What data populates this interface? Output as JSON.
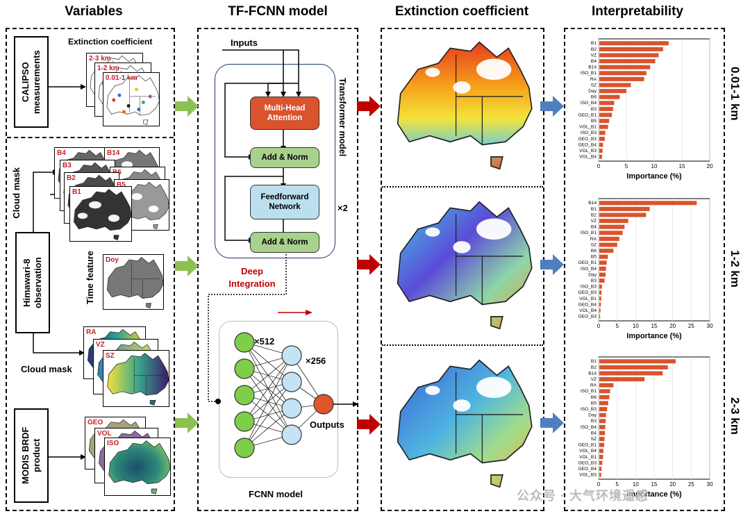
{
  "headers": {
    "variables": "Variables",
    "model": "TF-FCNN model",
    "extinction": "Extinction coefficient",
    "interpretability": "Interpretability"
  },
  "variables": {
    "calipso_label": "CALIPSO measurements",
    "extinction_label": "Extinction coefficient",
    "calipso_layers": [
      "2-3 km",
      "1-2 km",
      "0.01-1 km"
    ],
    "cloud_mask_side": "Cloud mask",
    "himawari_label": "Himawari-8 observation",
    "bands": [
      "B4",
      "B14",
      "B3",
      "B6",
      "B2",
      "B5",
      "B1"
    ],
    "time_feature": "Time feature",
    "doy": "Doy",
    "cloud_mask_bottom": "Cloud mask",
    "angles": [
      "RA",
      "VZ",
      "SZ"
    ],
    "modis_label": "MODIS BRDF product",
    "brdf": [
      "GEO",
      "VOL",
      "ISO"
    ]
  },
  "model": {
    "inputs": "Inputs",
    "mha": "Multi-Head Attention",
    "add_norm_1": "Add & Norm",
    "ffn": "Feedforward Network",
    "add_norm_2": "Add & Norm",
    "transformer_label": "Transformer model",
    "times2": "×2",
    "deep_integration": "Deep Integration",
    "x512": "×512",
    "x256": "×256",
    "outputs": "Outputs",
    "fcnn_label": "FCNN model"
  },
  "height_labels": [
    "0.01-1 km",
    "1-2 km",
    "2-3 km"
  ],
  "importance_axis_label": "Importance (%)",
  "watermark": "公众号 · 大气环境遥感",
  "colors": {
    "bar": "#d9532c",
    "red_arrow": "#c00000",
    "green_arrow": "#8cc152",
    "blue_arrow": "#4f7fbf",
    "attention": "#d9532c",
    "addnorm": "#a9d18e",
    "ffn": "#bcdff0",
    "node_green": "#7fce4a",
    "node_blue": "#c4e3f4",
    "node_orange": "#e0562a"
  },
  "chart_data": [
    {
      "type": "bar",
      "title": "0.01-1 km",
      "xlabel": "Importance (%)",
      "xlim": [
        0,
        20
      ],
      "xticks": [
        0,
        5,
        10,
        15,
        20
      ],
      "categories": [
        "B1",
        "B2",
        "VZ",
        "B4",
        "B14",
        "ISO_B1",
        "RA",
        "SZ",
        "Day",
        "B6",
        "ISO_B4",
        "B3",
        "GEO_B1",
        "B5",
        "VOL_B1",
        "ISO_B3",
        "GEO_B3",
        "GEO_B4",
        "VOL_B3",
        "VOL_B4"
      ],
      "values": [
        12.6,
        11.6,
        10.8,
        10.2,
        9.3,
        8.6,
        8.2,
        5.8,
        5.0,
        3.8,
        2.8,
        2.6,
        2.4,
        1.9,
        1.7,
        1.2,
        1.1,
        0.8,
        0.7,
        0.6
      ]
    },
    {
      "type": "bar",
      "title": "1-2 km",
      "xlabel": "Importance (%)",
      "xlim": [
        0,
        30
      ],
      "xticks": [
        0,
        5,
        10,
        15,
        20,
        25,
        30
      ],
      "categories": [
        "B14",
        "B1",
        "B2",
        "VZ",
        "B4",
        "ISO_B1",
        "RA",
        "SZ",
        "B6",
        "B5",
        "GEO_B1",
        "ISO_B4",
        "Day",
        "B3",
        "ISO_B3",
        "GEO_B3",
        "VOL_B1",
        "GEO_B4",
        "VOL_B4",
        "GEO_B3"
      ],
      "values": [
        26.5,
        13.8,
        12.8,
        8.0,
        7.0,
        6.5,
        5.6,
        5.0,
        4.0,
        2.5,
        2.2,
        2.0,
        1.9,
        1.6,
        0.9,
        0.8,
        0.7,
        0.6,
        0.5,
        0.4
      ]
    },
    {
      "type": "bar",
      "title": "2-3 km",
      "xlabel": "Importance (%)",
      "xlim": [
        0,
        30
      ],
      "xticks": [
        0,
        5,
        10,
        15,
        20,
        25,
        30
      ],
      "categories": [
        "B1",
        "B2",
        "B14",
        "VZ",
        "RA",
        "ISO_B1",
        "B6",
        "B5",
        "ISO_B3",
        "Day",
        "B3",
        "ISO_B4",
        "B4",
        "SZ",
        "GEO_B1",
        "VOL_B4",
        "VOL_B1",
        "GEO_B3",
        "GEO_B4",
        "VOL_B3"
      ],
      "values": [
        20.8,
        18.7,
        17.3,
        12.4,
        4.0,
        3.1,
        2.9,
        2.6,
        2.3,
        2.0,
        1.9,
        1.8,
        1.7,
        1.6,
        1.5,
        1.3,
        1.2,
        1.0,
        0.8,
        0.7
      ]
    }
  ]
}
